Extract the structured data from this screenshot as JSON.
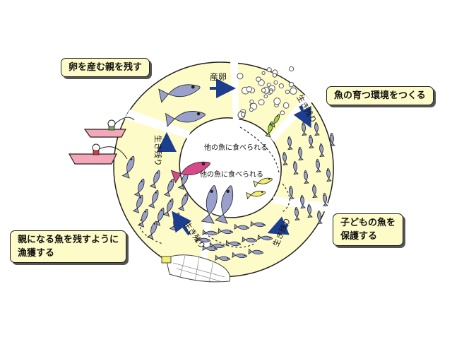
{
  "callouts": {
    "leave_parents": "卵を産む親を残す",
    "environment": "魚の育つ環境をつくる",
    "protect_young_line1": "子どもの魚を",
    "protect_young_line2": "保護する",
    "fishing_line1": "親になる魚を残すように",
    "fishing_line2": "漁獲する"
  },
  "cycle": {
    "spawning": "産卵",
    "survive_1": "生き残り",
    "survive_2": "生き残り",
    "survive_3": "生き残り",
    "survive_4": "生き残り",
    "eaten_1": "他の魚に食べられる",
    "eaten_2": "他の魚に食べられる"
  },
  "colors": {
    "wedge_fill": "#fdfbc8",
    "arrow": "#1d3d8f",
    "fish_body": "#9aa0cc",
    "boat_pink": "#f4a7b9",
    "predator_magenta": "#d64a8a",
    "juvenile_yellow": "#f2ee6e",
    "fry_green": "#a5d34a"
  }
}
